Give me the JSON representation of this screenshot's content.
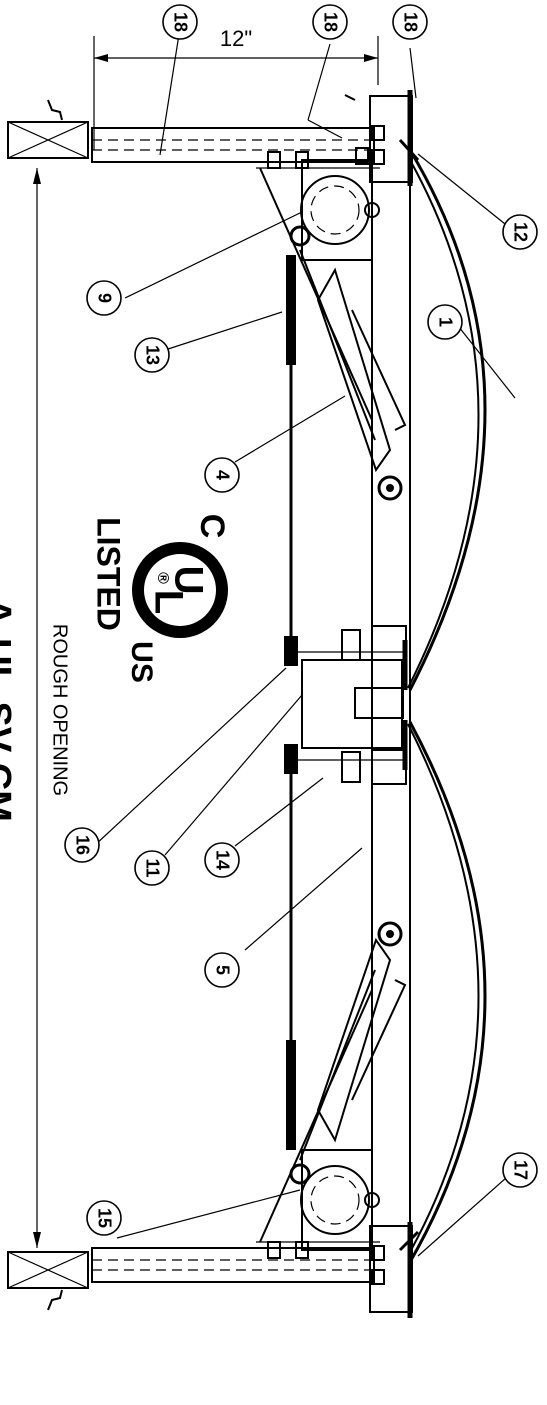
{
  "dimension": {
    "top_width": "12\""
  },
  "rough_opening_label": "ROUGH OPENING",
  "title": "A-UL-SV-CM",
  "ul_mark": {
    "c": "C",
    "u": "U",
    "l": "L",
    "us": "US",
    "registered": "®",
    "listed": "LISTED"
  },
  "callouts": [
    {
      "id": "c18a",
      "label": "18"
    },
    {
      "id": "c18b",
      "label": "18"
    },
    {
      "id": "c18c",
      "label": "18"
    },
    {
      "id": "c12",
      "label": "12"
    },
    {
      "id": "c9",
      "label": "9"
    },
    {
      "id": "c1",
      "label": "1"
    },
    {
      "id": "c13",
      "label": "13"
    },
    {
      "id": "c4",
      "label": "4"
    },
    {
      "id": "c16",
      "label": "16"
    },
    {
      "id": "c11",
      "label": "11"
    },
    {
      "id": "c14",
      "label": "14"
    },
    {
      "id": "c5",
      "label": "5"
    },
    {
      "id": "c15",
      "label": "15"
    },
    {
      "id": "c17",
      "label": "17"
    }
  ]
}
